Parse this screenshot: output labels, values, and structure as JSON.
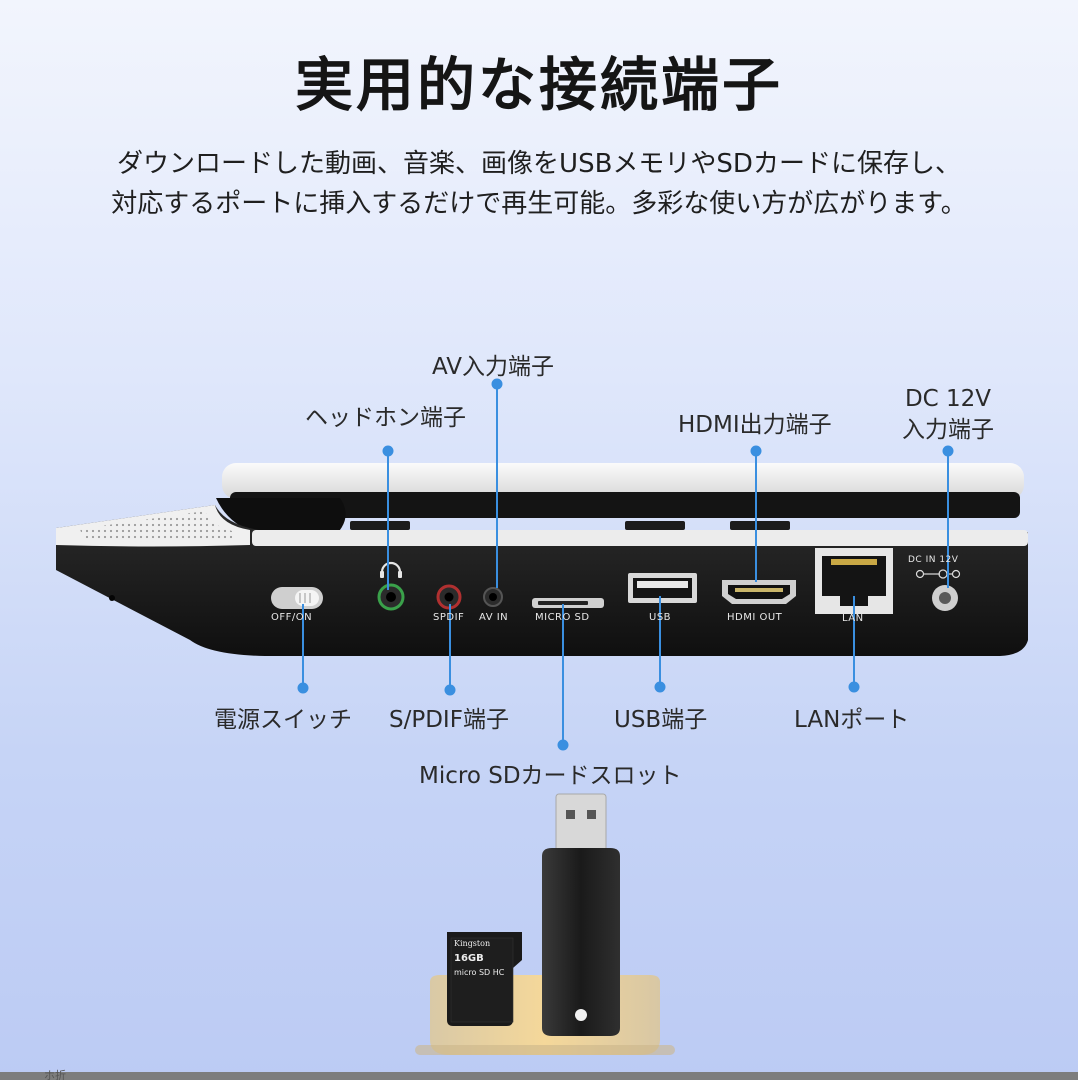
{
  "header": {
    "title": "実用的な接続端子",
    "description_line1": "ダウンロードした動画、音楽、画像をUSBメモリやSDカードに保存し、",
    "description_line2": "対応するポートに挿入するだけで再生可能。多彩な使い方が広がります。"
  },
  "callouts": {
    "av_input": "AV入力端子",
    "headphone": "ヘッドホン端子",
    "hdmi_out": "HDMI出力端子",
    "dc_line1": "DC 12V",
    "dc_line2": "入力端子",
    "power_switch": "電源スイッチ",
    "spdif": "S/PDIF端子",
    "usb": "USB端子",
    "lan": "LANポート",
    "microsd": "Micro SDカードスロット"
  },
  "device_labels": {
    "off_on": "OFF/ON",
    "spdif": "SPDIF",
    "av_in": "AV IN",
    "micro_sd": "MICRO SD",
    "usb": "USB",
    "hdmi_out": "HDMI OUT",
    "lan": "LAN",
    "dc_in": "DC IN 12V"
  },
  "sd_card": {
    "brand": "Kingston",
    "capacity": "16GB",
    "type": "micro SD HC"
  },
  "colors": {
    "accent_line": "#3a8fe0",
    "device_body": "#1a1a1a",
    "device_shell": "#efefef",
    "pedestal": "#f2c98a"
  },
  "footer_text": "ホ折"
}
